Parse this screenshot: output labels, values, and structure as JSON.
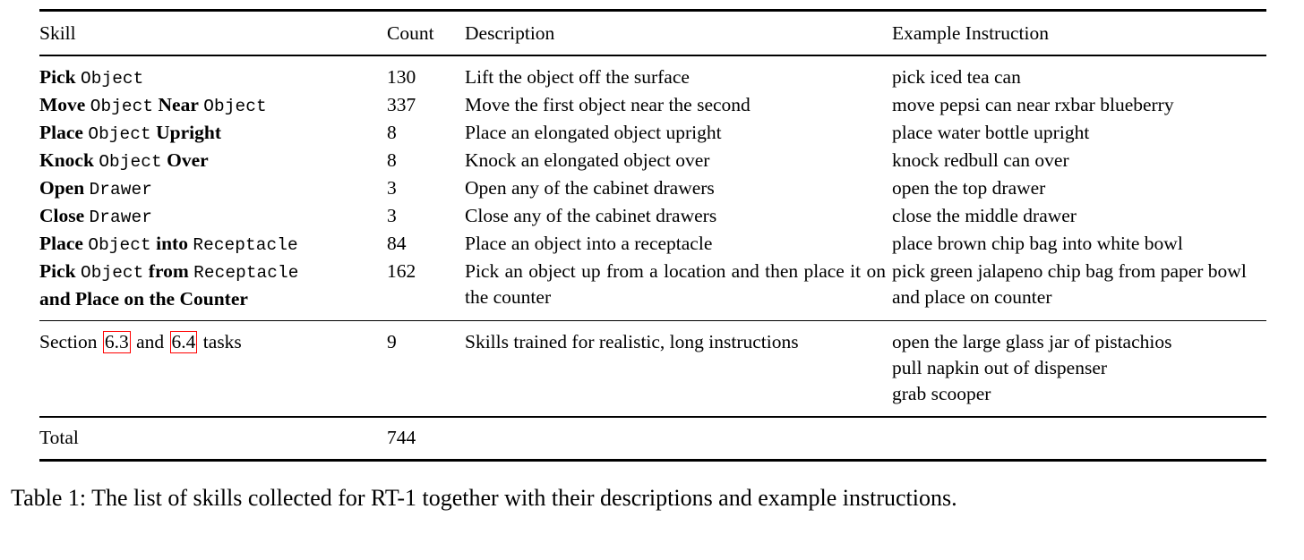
{
  "table": {
    "columns": [
      "Skill",
      "Count",
      "Description",
      "Example Instruction"
    ],
    "rows": [
      {
        "skill_parts": [
          {
            "text": "Pick",
            "style": "bold"
          },
          {
            "text": "Object",
            "style": "mono"
          }
        ],
        "skill_plain": "Pick Object",
        "count": "130",
        "description": "Lift the object off the surface",
        "examples": [
          "pick iced tea can"
        ]
      },
      {
        "skill_parts": [
          {
            "text": "Move",
            "style": "bold"
          },
          {
            "text": "Object",
            "style": "mono"
          },
          {
            "text": "Near",
            "style": "bold"
          },
          {
            "text": "Object",
            "style": "mono"
          }
        ],
        "skill_plain": "Move Object Near Object",
        "count": "337",
        "description": "Move the first object near the second",
        "examples": [
          "move pepsi can near rxbar blueberry"
        ]
      },
      {
        "skill_parts": [
          {
            "text": "Place",
            "style": "bold"
          },
          {
            "text": "Object",
            "style": "mono"
          },
          {
            "text": "Upright",
            "style": "bold"
          }
        ],
        "skill_plain": "Place Object Upright",
        "count": "8",
        "description": "Place an elongated object upright",
        "examples": [
          "place water bottle upright"
        ]
      },
      {
        "skill_parts": [
          {
            "text": "Knock",
            "style": "bold"
          },
          {
            "text": "Object",
            "style": "mono"
          },
          {
            "text": "Over",
            "style": "bold"
          }
        ],
        "skill_plain": "Knock Object Over",
        "count": "8",
        "description": "Knock an elongated object over",
        "examples": [
          "knock redbull can over"
        ]
      },
      {
        "skill_parts": [
          {
            "text": "Open",
            "style": "bold"
          },
          {
            "text": "Drawer",
            "style": "mono"
          }
        ],
        "skill_plain": "Open Drawer",
        "count": "3",
        "description": "Open any of the cabinet drawers",
        "examples": [
          "open the top drawer"
        ]
      },
      {
        "skill_parts": [
          {
            "text": "Close",
            "style": "bold"
          },
          {
            "text": "Drawer",
            "style": "mono"
          }
        ],
        "skill_plain": "Close Drawer",
        "count": "3",
        "description": "Close any of the cabinet drawers",
        "examples": [
          "close the middle drawer"
        ]
      },
      {
        "skill_parts": [
          {
            "text": "Place",
            "style": "bold"
          },
          {
            "text": "Object",
            "style": "mono"
          },
          {
            "text": "into",
            "style": "bold"
          },
          {
            "text": "Receptacle",
            "style": "mono"
          }
        ],
        "skill_plain": "Place Object into Receptacle",
        "count": "84",
        "description": "Place an object into a receptacle",
        "examples": [
          "place brown chip bag into white bowl"
        ]
      },
      {
        "skill_parts": [
          {
            "text": "Pick",
            "style": "bold"
          },
          {
            "text": "Object",
            "style": "mono"
          },
          {
            "text": "from",
            "style": "bold"
          },
          {
            "text": "Receptacle",
            "style": "mono"
          },
          {
            "text": "and Place on the Counter",
            "style": "bold-wrap"
          }
        ],
        "skill_plain": "Pick Object from Receptacle and Place on the Counter",
        "count": "162",
        "description": "Pick an object up from a location and then place it on the counter",
        "examples": [
          "pick green jalapeno chip bag from paper bowl and place on counter"
        ]
      }
    ],
    "section_row": {
      "prefix": "Section",
      "ref_a": "6.3",
      "conjunction": "and",
      "ref_b": "6.4",
      "suffix": "tasks",
      "count": "9",
      "description": "Skills trained for realistic, long instructions",
      "examples": [
        "open the large glass jar of pistachios",
        "pull napkin out of dispenser",
        "grab scooper"
      ]
    },
    "total_row": {
      "label": "Total",
      "count": "744"
    }
  },
  "caption": {
    "label": "Table 1:",
    "text": "The list of skills collected for RT-1 together with their descriptions and example instructions."
  },
  "colors": {
    "rule": "#000000",
    "text": "#000000",
    "reference_box": "#ff0000",
    "background": "#ffffff"
  }
}
